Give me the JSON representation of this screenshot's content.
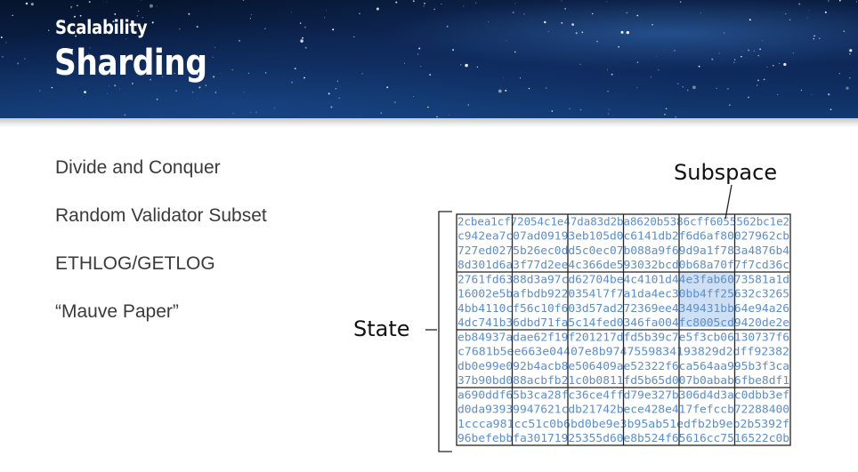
{
  "header": {
    "kicker": "Scalability",
    "title": "Sharding"
  },
  "bullets": [
    "Divide and Conquer",
    "Random Validator Subset",
    "ETHLOG/GETLOG",
    "“Mauve Paper”"
  ],
  "diagram": {
    "subspace_label": "Subspace",
    "state_label": "State",
    "hex_rows": [
      "2cbea1cf72054c1e47da83d2ba8620b5386cff6055562bc1e2",
      "c942ea7c07ad09193eb105d0c6141db2f6d6af80027962cb",
      "727ed0275b26ec0dd5c0ec07b088a9f69d9a1f783a4876b4",
      "8d301d6a3f77d2ee4c366de593032bcd0b68a70f7f7cd36c",
      "2761fd6388d3a97cd62704be4c4101d44e3fab6073581a1d",
      "16002e5bafbdb9220354l7f7a1da4ec30bb4ff25632c3265",
      "4bb4110cf56c10f603d57ad272369ee4349431bb64e94a26",
      "4dc741b36dbd71fa5c14fed0346fa004fc8005cd9420de2e",
      "eb84937adae62f19f201217dfd5b39c7e5f3cb06130737f6",
      "c7681b5ee663e04407e8b9747559834193829d2dff92382",
      "db0e99e092b4acb8e506409ae52322f6ca564aa995b3f3ca",
      "37b90bd088acbfb21c0b0811fd5b65d007b0abab6fbe8df1",
      "a690ddf65b3ca28fc36ce4ffd79e327b306d4d3ac0dbb3ef",
      "d0da93939947621cdb21742bece428e417fefccb72288400",
      "1ccca981cc51c0b6bd0be9e3b95ab51edfb2b9eb2b5392f",
      "96befebbfa30171925355d60e8b524f65616cc7516522c0b"
    ],
    "colors": {
      "hex_text": "#5a8ed0",
      "highlight": "#cfe0f4",
      "grid_line": "#222222"
    }
  }
}
